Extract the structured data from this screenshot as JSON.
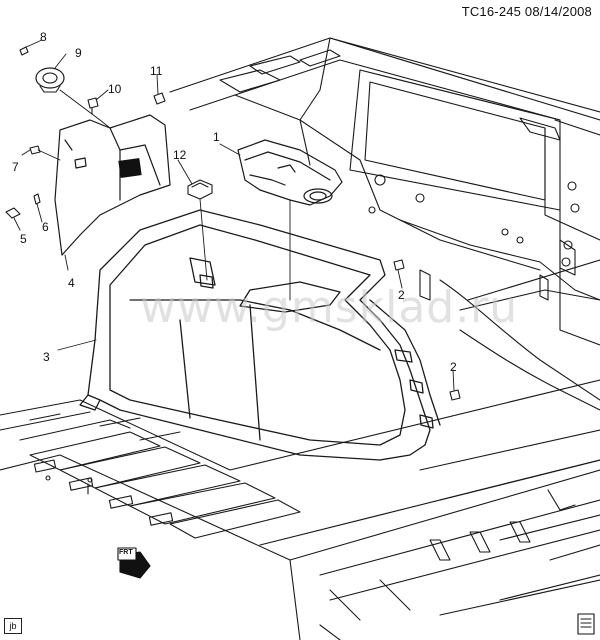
{
  "header": {
    "code": "TC16-245  08/14/2008"
  },
  "watermark": {
    "text": "www.gmsklad.ru"
  },
  "badge_left": {
    "text": "jb"
  },
  "callouts": [
    {
      "id": "1",
      "label": "1"
    },
    {
      "id": "2a",
      "label": "2"
    },
    {
      "id": "2b",
      "label": "2"
    },
    {
      "id": "3",
      "label": "3"
    },
    {
      "id": "4",
      "label": "4"
    },
    {
      "id": "5",
      "label": "5"
    },
    {
      "id": "6",
      "label": "6"
    },
    {
      "id": "7",
      "label": "7"
    },
    {
      "id": "8",
      "label": "8"
    },
    {
      "id": "9",
      "label": "9"
    },
    {
      "id": "10",
      "label": "10"
    },
    {
      "id": "11",
      "label": "11"
    },
    {
      "id": "12",
      "label": "12"
    }
  ],
  "fwd_arrow": {
    "text": "FRT"
  }
}
